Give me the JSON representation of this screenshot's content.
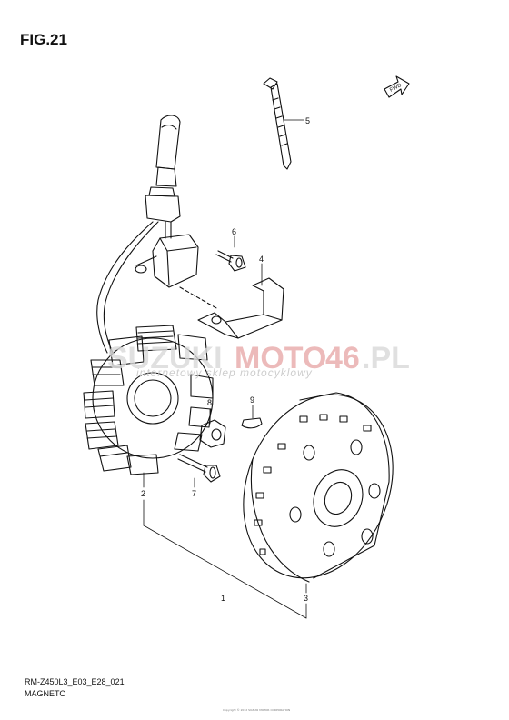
{
  "figure": {
    "title": "FIG.21",
    "code": "RM-Z450L3_E03_E28_021",
    "caption": "MAGNETO",
    "copyright": "Copyright © 2012 SUZUKI MOTOR CORPORATION"
  },
  "fwd_label": "FWD",
  "watermark": {
    "part1": "SUZUKI",
    "part2": "MOTO",
    "part3": "46",
    "part4": ".PL",
    "tagline": "internetowy sklep motocyklowy",
    "accent_color": "#e38d8d"
  },
  "callouts": [
    {
      "id": "1",
      "text": "1"
    },
    {
      "id": "2",
      "text": "2"
    },
    {
      "id": "3",
      "text": "3"
    },
    {
      "id": "4",
      "text": "4"
    },
    {
      "id": "5",
      "text": "5"
    },
    {
      "id": "6",
      "text": "6"
    },
    {
      "id": "7",
      "text": "7"
    },
    {
      "id": "8",
      "text": "8"
    },
    {
      "id": "9",
      "text": "9"
    }
  ]
}
